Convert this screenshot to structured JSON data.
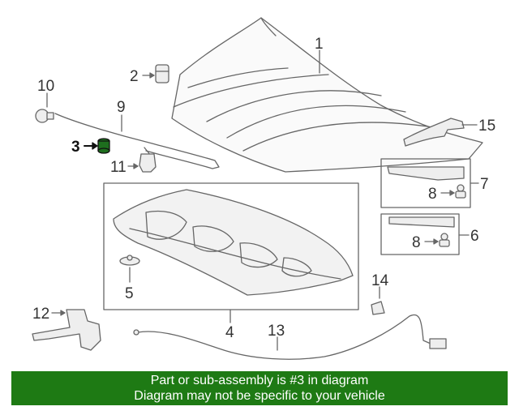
{
  "callouts": {
    "c1": "1",
    "c2": "2",
    "c3": "3",
    "c4": "4",
    "c5": "5",
    "c6": "6",
    "c7": "7",
    "c8a": "8",
    "c8b": "8",
    "c9": "9",
    "c10": "10",
    "c11": "11",
    "c12": "12",
    "c13": "13",
    "c14": "14",
    "c15": "15"
  },
  "highlighted_part": "3",
  "colors": {
    "banner": "#1e7a14",
    "banner_text": "#ffffff",
    "line": "#666666",
    "part_fill": "#f2f2f2",
    "highlight": "#1e6e1e"
  },
  "banner": {
    "line1": "Part or sub-assembly is #3 in diagram",
    "line2": "Diagram may not be specific to your vehicle"
  }
}
